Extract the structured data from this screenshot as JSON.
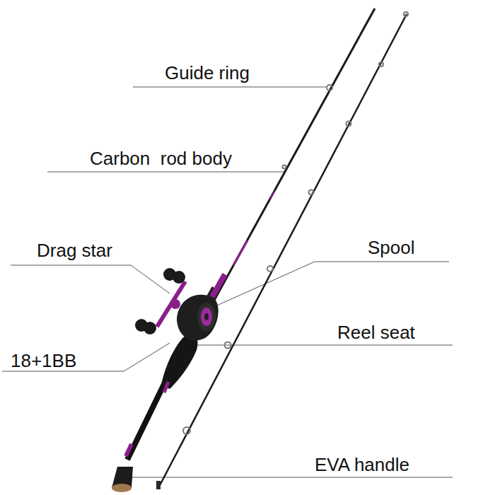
{
  "diagram": {
    "labels": [
      "Guide ring",
      "Carbon  rod body",
      "Drag star",
      "Spool",
      "Reel seat",
      "18+1BB",
      "EVA handle"
    ]
  }
}
